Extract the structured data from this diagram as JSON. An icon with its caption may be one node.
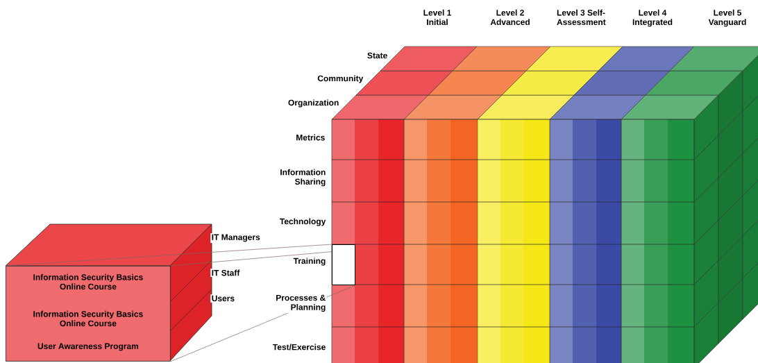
{
  "diagram": {
    "nodes": [
      {
        "text": [],
        "shape": "box"
      },
      {
        "text": [
          "Information Security Basics Online Course"
        ],
        "in": 0
      },
      {
        "text": [
          "Information Security Basics Online Course"
        ],
        "in": 0
      },
      {
        "text": [
          "User Awareness Program"
        ],
        "in": 0
      },
      {
        "text": [],
        "shape": "box"
      }
    ],
    "edges": [
      {
        "from": 0,
        "to": 4,
        "arrow": "none"
      },
      {
        "from": 0,
        "to": 4,
        "arrow": "none"
      },
      {
        "from": 0,
        "to": 4,
        "arrow": "none"
      }
    ],
    "labels": [
      "Level 1 Initial",
      "Level 2 Advanced",
      "Level 3 Self-Assessment",
      "Level 4 Integrated",
      "Level 5 Vanguard",
      "State",
      "Community",
      "Organization",
      "Metrics",
      "Information Sharing",
      "Technology",
      "IT Managers",
      "Training",
      "IT Staff",
      "Users",
      "Processes & Planning",
      "Test/Exercise"
    ]
  }
}
